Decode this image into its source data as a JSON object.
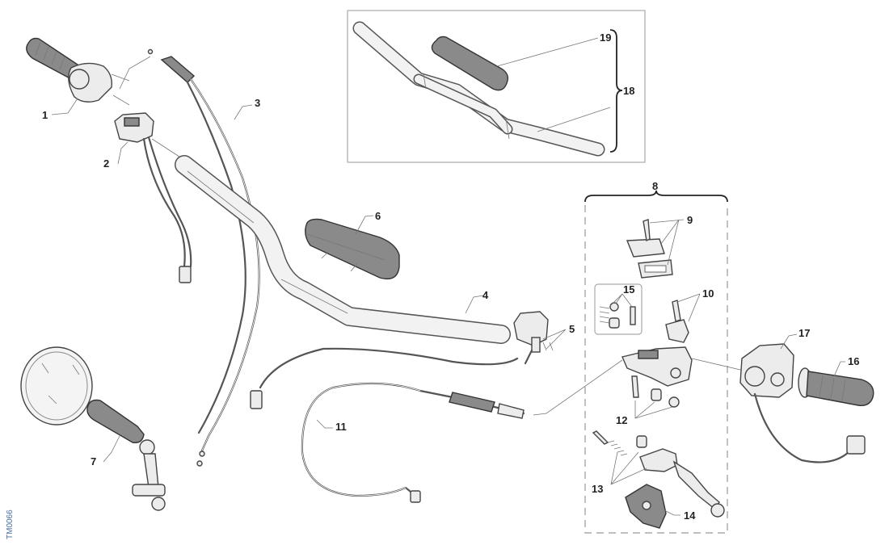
{
  "callouts": {
    "c1": "1",
    "c2": "2",
    "c3": "3",
    "c4": "4",
    "c5": "5",
    "c6": "6",
    "c7": "7",
    "c8": "8",
    "c9": "9",
    "c10": "10",
    "c11": "11",
    "c12": "12",
    "c13": "13",
    "c14": "14",
    "c15": "15",
    "c16": "16",
    "c17": "17",
    "c18": "18",
    "c19": "19"
  },
  "figure_ref": "TM0066",
  "colors": {
    "part_light": "#ececec",
    "part_dark": "#8a8a8a",
    "line": "#444444",
    "ref_text": "#4a6fa5"
  }
}
